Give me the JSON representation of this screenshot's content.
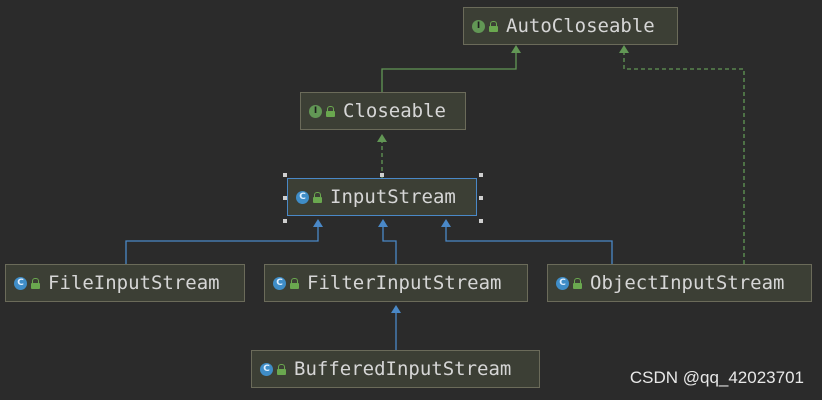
{
  "nodes": {
    "autocloseable": {
      "label": "AutoCloseable",
      "kind": "interface",
      "icon": "interface-icon"
    },
    "closeable": {
      "label": "Closeable",
      "kind": "interface",
      "icon": "interface-icon"
    },
    "inputstream": {
      "label": "InputStream",
      "kind": "abstract-class",
      "icon": "class-icon",
      "selected": true
    },
    "fileinputstream": {
      "label": "FileInputStream",
      "kind": "class",
      "icon": "class-icon"
    },
    "filterinputstream": {
      "label": "FilterInputStream",
      "kind": "class",
      "icon": "class-icon"
    },
    "objectinputstream": {
      "label": "ObjectInputStream",
      "kind": "class",
      "icon": "class-icon"
    },
    "bufferedinputstream": {
      "label": "BufferedInputStream",
      "kind": "class",
      "icon": "class-icon"
    }
  },
  "edges": [
    {
      "from": "Closeable",
      "to": "AutoCloseable",
      "type": "extends"
    },
    {
      "from": "InputStream",
      "to": "Closeable",
      "type": "implements"
    },
    {
      "from": "ObjectInputStream",
      "to": "AutoCloseable",
      "type": "implements"
    },
    {
      "from": "FileInputStream",
      "to": "InputStream",
      "type": "extends"
    },
    {
      "from": "FilterInputStream",
      "to": "InputStream",
      "type": "extends"
    },
    {
      "from": "ObjectInputStream",
      "to": "InputStream",
      "type": "extends"
    },
    {
      "from": "BufferedInputStream",
      "to": "FilterInputStream",
      "type": "extends"
    }
  ],
  "colors": {
    "background": "#2b2b2b",
    "interface_edge": "#629755",
    "class_edge": "#4a88c7",
    "interface_badge": "#629755",
    "class_badge": "#3f8dc7"
  },
  "badges": {
    "interface": "I",
    "class": "C"
  },
  "watermark": "CSDN @qq_42023701"
}
